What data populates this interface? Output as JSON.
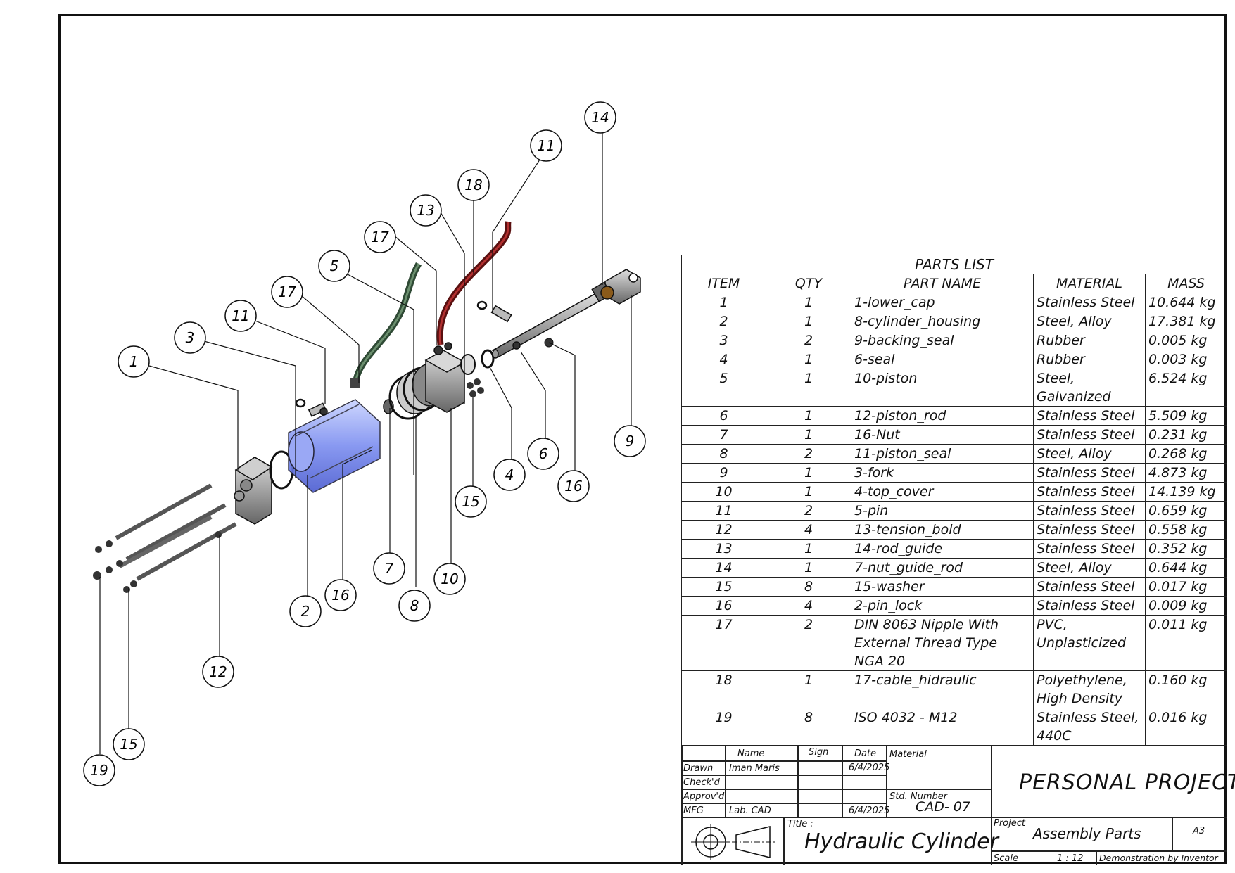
{
  "balloons": [
    {
      "id": "b1",
      "label": "1"
    },
    {
      "id": "b2",
      "label": "3"
    },
    {
      "id": "b3",
      "label": "11"
    },
    {
      "id": "b4",
      "label": "17"
    },
    {
      "id": "b5",
      "label": "5"
    },
    {
      "id": "b6",
      "label": "17"
    },
    {
      "id": "b7",
      "label": "13"
    },
    {
      "id": "b8",
      "label": "18"
    },
    {
      "id": "b9",
      "label": "11"
    },
    {
      "id": "b10",
      "label": "14"
    },
    {
      "id": "b11",
      "label": "9"
    },
    {
      "id": "b12",
      "label": "16"
    },
    {
      "id": "b13",
      "label": "6"
    },
    {
      "id": "b14",
      "label": "4"
    },
    {
      "id": "b15",
      "label": "15"
    },
    {
      "id": "b16",
      "label": "10"
    },
    {
      "id": "b17",
      "label": "8"
    },
    {
      "id": "b18",
      "label": "7"
    },
    {
      "id": "b19",
      "label": "16"
    },
    {
      "id": "b20",
      "label": "2"
    },
    {
      "id": "b21",
      "label": "12"
    },
    {
      "id": "b22",
      "label": "15"
    },
    {
      "id": "b23",
      "label": "19"
    }
  ],
  "parts_list": {
    "title": "PARTS LIST",
    "headers": [
      "ITEM",
      "QTY",
      "PART NAME",
      "MATERIAL",
      "MASS"
    ],
    "rows": [
      [
        "1",
        "1",
        "1-lower_cap",
        "Stainless Steel",
        "10.644 kg"
      ],
      [
        "2",
        "1",
        "8-cylinder_housing",
        "Steel, Alloy",
        "17.381 kg"
      ],
      [
        "3",
        "2",
        "9-backing_seal",
        "Rubber",
        "0.005 kg"
      ],
      [
        "4",
        "1",
        "6-seal",
        "Rubber",
        "0.003 kg"
      ],
      [
        "5",
        "1",
        "10-piston",
        "Steel, Galvanized",
        "6.524 kg"
      ],
      [
        "6",
        "1",
        "12-piston_rod",
        "Stainless Steel",
        "5.509 kg"
      ],
      [
        "7",
        "1",
        "16-Nut",
        "Stainless Steel",
        "0.231 kg"
      ],
      [
        "8",
        "2",
        "11-piston_seal",
        "Steel, Alloy",
        "0.268 kg"
      ],
      [
        "9",
        "1",
        "3-fork",
        "Stainless Steel",
        "4.873 kg"
      ],
      [
        "10",
        "1",
        "4-top_cover",
        "Stainless Steel",
        "14.139 kg"
      ],
      [
        "11",
        "2",
        "5-pin",
        "Stainless Steel",
        "0.659 kg"
      ],
      [
        "12",
        "4",
        "13-tension_bold",
        "Stainless Steel",
        "0.558 kg"
      ],
      [
        "13",
        "1",
        "14-rod_guide",
        "Stainless Steel",
        "0.352 kg"
      ],
      [
        "14",
        "1",
        "7-nut_guide_rod",
        "Steel, Alloy",
        "0.644 kg"
      ],
      [
        "15",
        "8",
        "15-washer",
        "Stainless Steel",
        "0.017 kg"
      ],
      [
        "16",
        "4",
        "2-pin_lock",
        "Stainless Steel",
        "0.009 kg"
      ],
      [
        "17",
        "2",
        "DIN 8063 Nipple With External Thread Type NGA 20",
        "PVC, Unplasticized",
        "0.011 kg"
      ],
      [
        "18",
        "1",
        "17-cable_hidraulic",
        "Polyethylene, High Density",
        "0.160 kg"
      ],
      [
        "19",
        "8",
        "ISO 4032 - M12",
        "Stainless Steel, 440C",
        "0.016 kg"
      ]
    ]
  },
  "title_block": {
    "col_name": "Name",
    "col_sign": "Sign",
    "col_date": "Date",
    "material_label": "Material",
    "drawn_label": "Drawn",
    "drawn_name": "Iman Maris",
    "drawn_date": "6/4/2025",
    "checked_label": "Check'd",
    "approved_label": "Approv'd",
    "mfg_label": "MFG",
    "mfg_name": "Lab. CAD",
    "mfg_date": "6/4/2025",
    "std_number_label": "Std. Number",
    "std_number": "CAD- 07",
    "company": "PERSONAL PROJECT",
    "title_label": "Title :",
    "title": "Hydraulic Cylinder",
    "project_label": "Project",
    "project": "Assembly Parts",
    "size": "A3",
    "scale_label": "Scale",
    "scale": "1 : 12",
    "note": "Demonstration by Inventor"
  }
}
